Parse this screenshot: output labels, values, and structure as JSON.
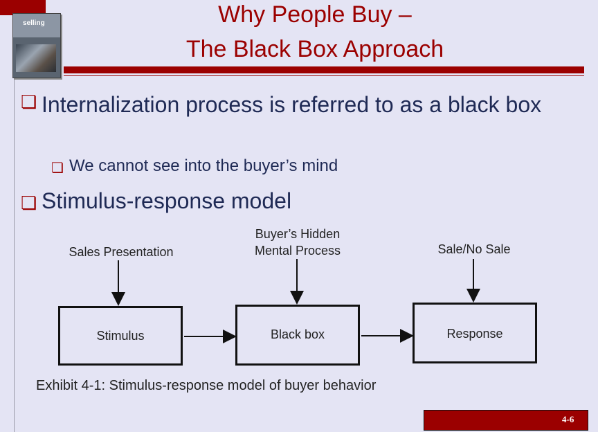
{
  "slide": {
    "title_line1": "Why People Buy –",
    "title_line2": "The Black Box Approach",
    "book_cover_word": "selling",
    "bullet_glyph": "❏",
    "bullets": [
      {
        "level": 1,
        "text": "Internalization process is referred to as a black box"
      },
      {
        "level": 2,
        "text": "We cannot see into the buyer’s mind"
      },
      {
        "level": 1,
        "text": "Stimulus-response model"
      }
    ],
    "page_number": "4-6"
  },
  "diagram": {
    "labels": {
      "sales": "Sales Presentation",
      "hidden_line1": "Buyer’s Hidden",
      "hidden_line2": "Mental Process",
      "sale": "Sale/No Sale"
    },
    "boxes": {
      "stimulus": "Stimulus",
      "black_box": "Black box",
      "response": "Response"
    },
    "caption": "Exhibit 4-1: Stimulus-response model of buyer behavior"
  },
  "colors": {
    "accent": "#9b0000",
    "background": "#e4e4f4",
    "text": "#1f2a55"
  }
}
